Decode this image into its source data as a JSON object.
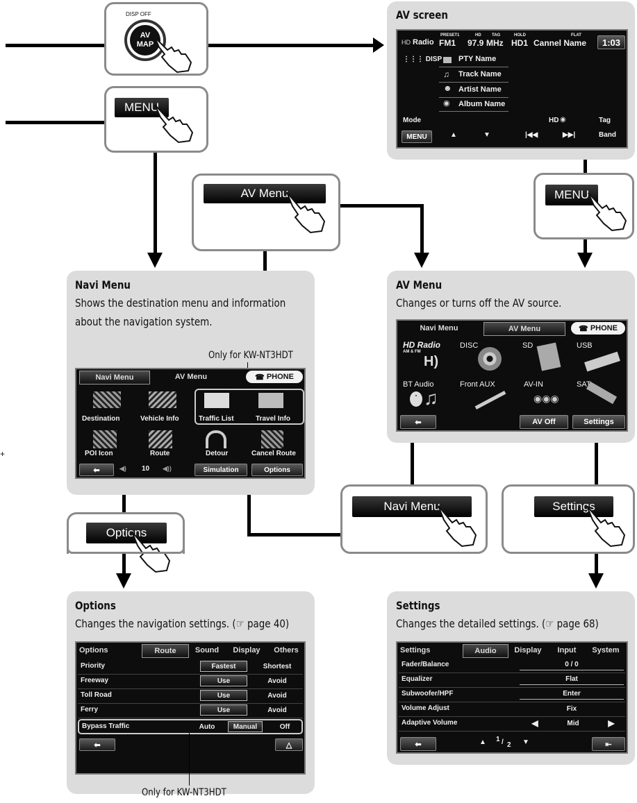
{
  "top_button": {
    "label_top": "DISP OFF",
    "label_line1": "AV",
    "label_line2": "MAP"
  },
  "menu_button_left": {
    "label": "MENU"
  },
  "av_menu_button": {
    "label": "AV Menu"
  },
  "menu_button_right": {
    "label": "MENU"
  },
  "navi_menu_button": {
    "label": "Navi Menu"
  },
  "settings_button": {
    "label": "Settings"
  },
  "options_button": {
    "label": "Options"
  },
  "av_screen": {
    "title": "AV screen",
    "source": "Radio",
    "preset": "PRESET1",
    "band": "FM1",
    "freq": "97.9",
    "unit": "MHz",
    "hd_small": "HD",
    "hd_channel": "HD1",
    "tag_small": "TAG",
    "channel_name": "Cannel Name",
    "hold": "HOLD",
    "flat": "FLAT",
    "time": "1:03",
    "disp_label": "DISP",
    "items": [
      "PTY Name",
      "Track Name",
      "Artist Name",
      "Album Name"
    ],
    "mode": "Mode",
    "hd_btn": "HD",
    "tag": "Tag",
    "menu": "MENU",
    "band_btn": "Band"
  },
  "navi_menu": {
    "title": "Navi Menu",
    "desc_line1": "Shows the destination menu and information",
    "desc_line2": "about the navigation system.",
    "note": "Only for KW-NT3HDT",
    "tabs": [
      "Navi Menu",
      "AV Menu",
      "PHONE"
    ],
    "icons": [
      "Destination",
      "Vehicle Info",
      "Traffic List",
      "Travel Info",
      "POI Icon",
      "Route",
      "Detour",
      "Cancel Route"
    ],
    "volume": "10",
    "simulation": "Simulation",
    "options": "Options"
  },
  "av_menu": {
    "title": "AV Menu",
    "desc": "Changes or turns off the AV source.",
    "tabs": [
      "Navi Menu",
      "AV Menu",
      "PHONE"
    ],
    "hd_logo": "HD Radio",
    "hd_sub": "AM & FM",
    "sources": [
      "DISC",
      "SD",
      "USB",
      "BT Audio",
      "Front AUX",
      "AV-IN",
      "SAT"
    ],
    "av_off": "AV Off",
    "settings": "Settings"
  },
  "options": {
    "title": "Options",
    "desc": "Changes the navigation settings. (☞ page 40)",
    "note": "Only for KW-NT3HDT",
    "tabs": [
      "Options",
      "Route",
      "Sound",
      "Display",
      "Others"
    ],
    "rows": [
      {
        "label": "Priority",
        "a": "Fastest",
        "b": "Shortest"
      },
      {
        "label": "Freeway",
        "a": "Use",
        "b": "Avoid"
      },
      {
        "label": "Toll Road",
        "a": "Use",
        "b": "Avoid"
      },
      {
        "label": "Ferry",
        "a": "Use",
        "b": "Avoid"
      }
    ],
    "bypass": {
      "label": "Bypass Traffic",
      "a": "Auto",
      "b": "Manual",
      "c": "Off"
    }
  },
  "settings": {
    "title": "Settings",
    "desc": "Changes the detailed settings. (☞ page 68)",
    "tabs": [
      "Settings",
      "Audio",
      "Display",
      "Input",
      "System"
    ],
    "rows": [
      {
        "label": "Fader/Balance",
        "value": "0 / 0"
      },
      {
        "label": "Equalizer",
        "value": "Flat"
      },
      {
        "label": "Subwoofer/HPF",
        "value": "Enter"
      },
      {
        "label": "Volume Adjust",
        "value": "Fix"
      },
      {
        "label": "Adaptive Volume",
        "value": "Mid"
      }
    ],
    "page": "1",
    "page_total": "2"
  }
}
